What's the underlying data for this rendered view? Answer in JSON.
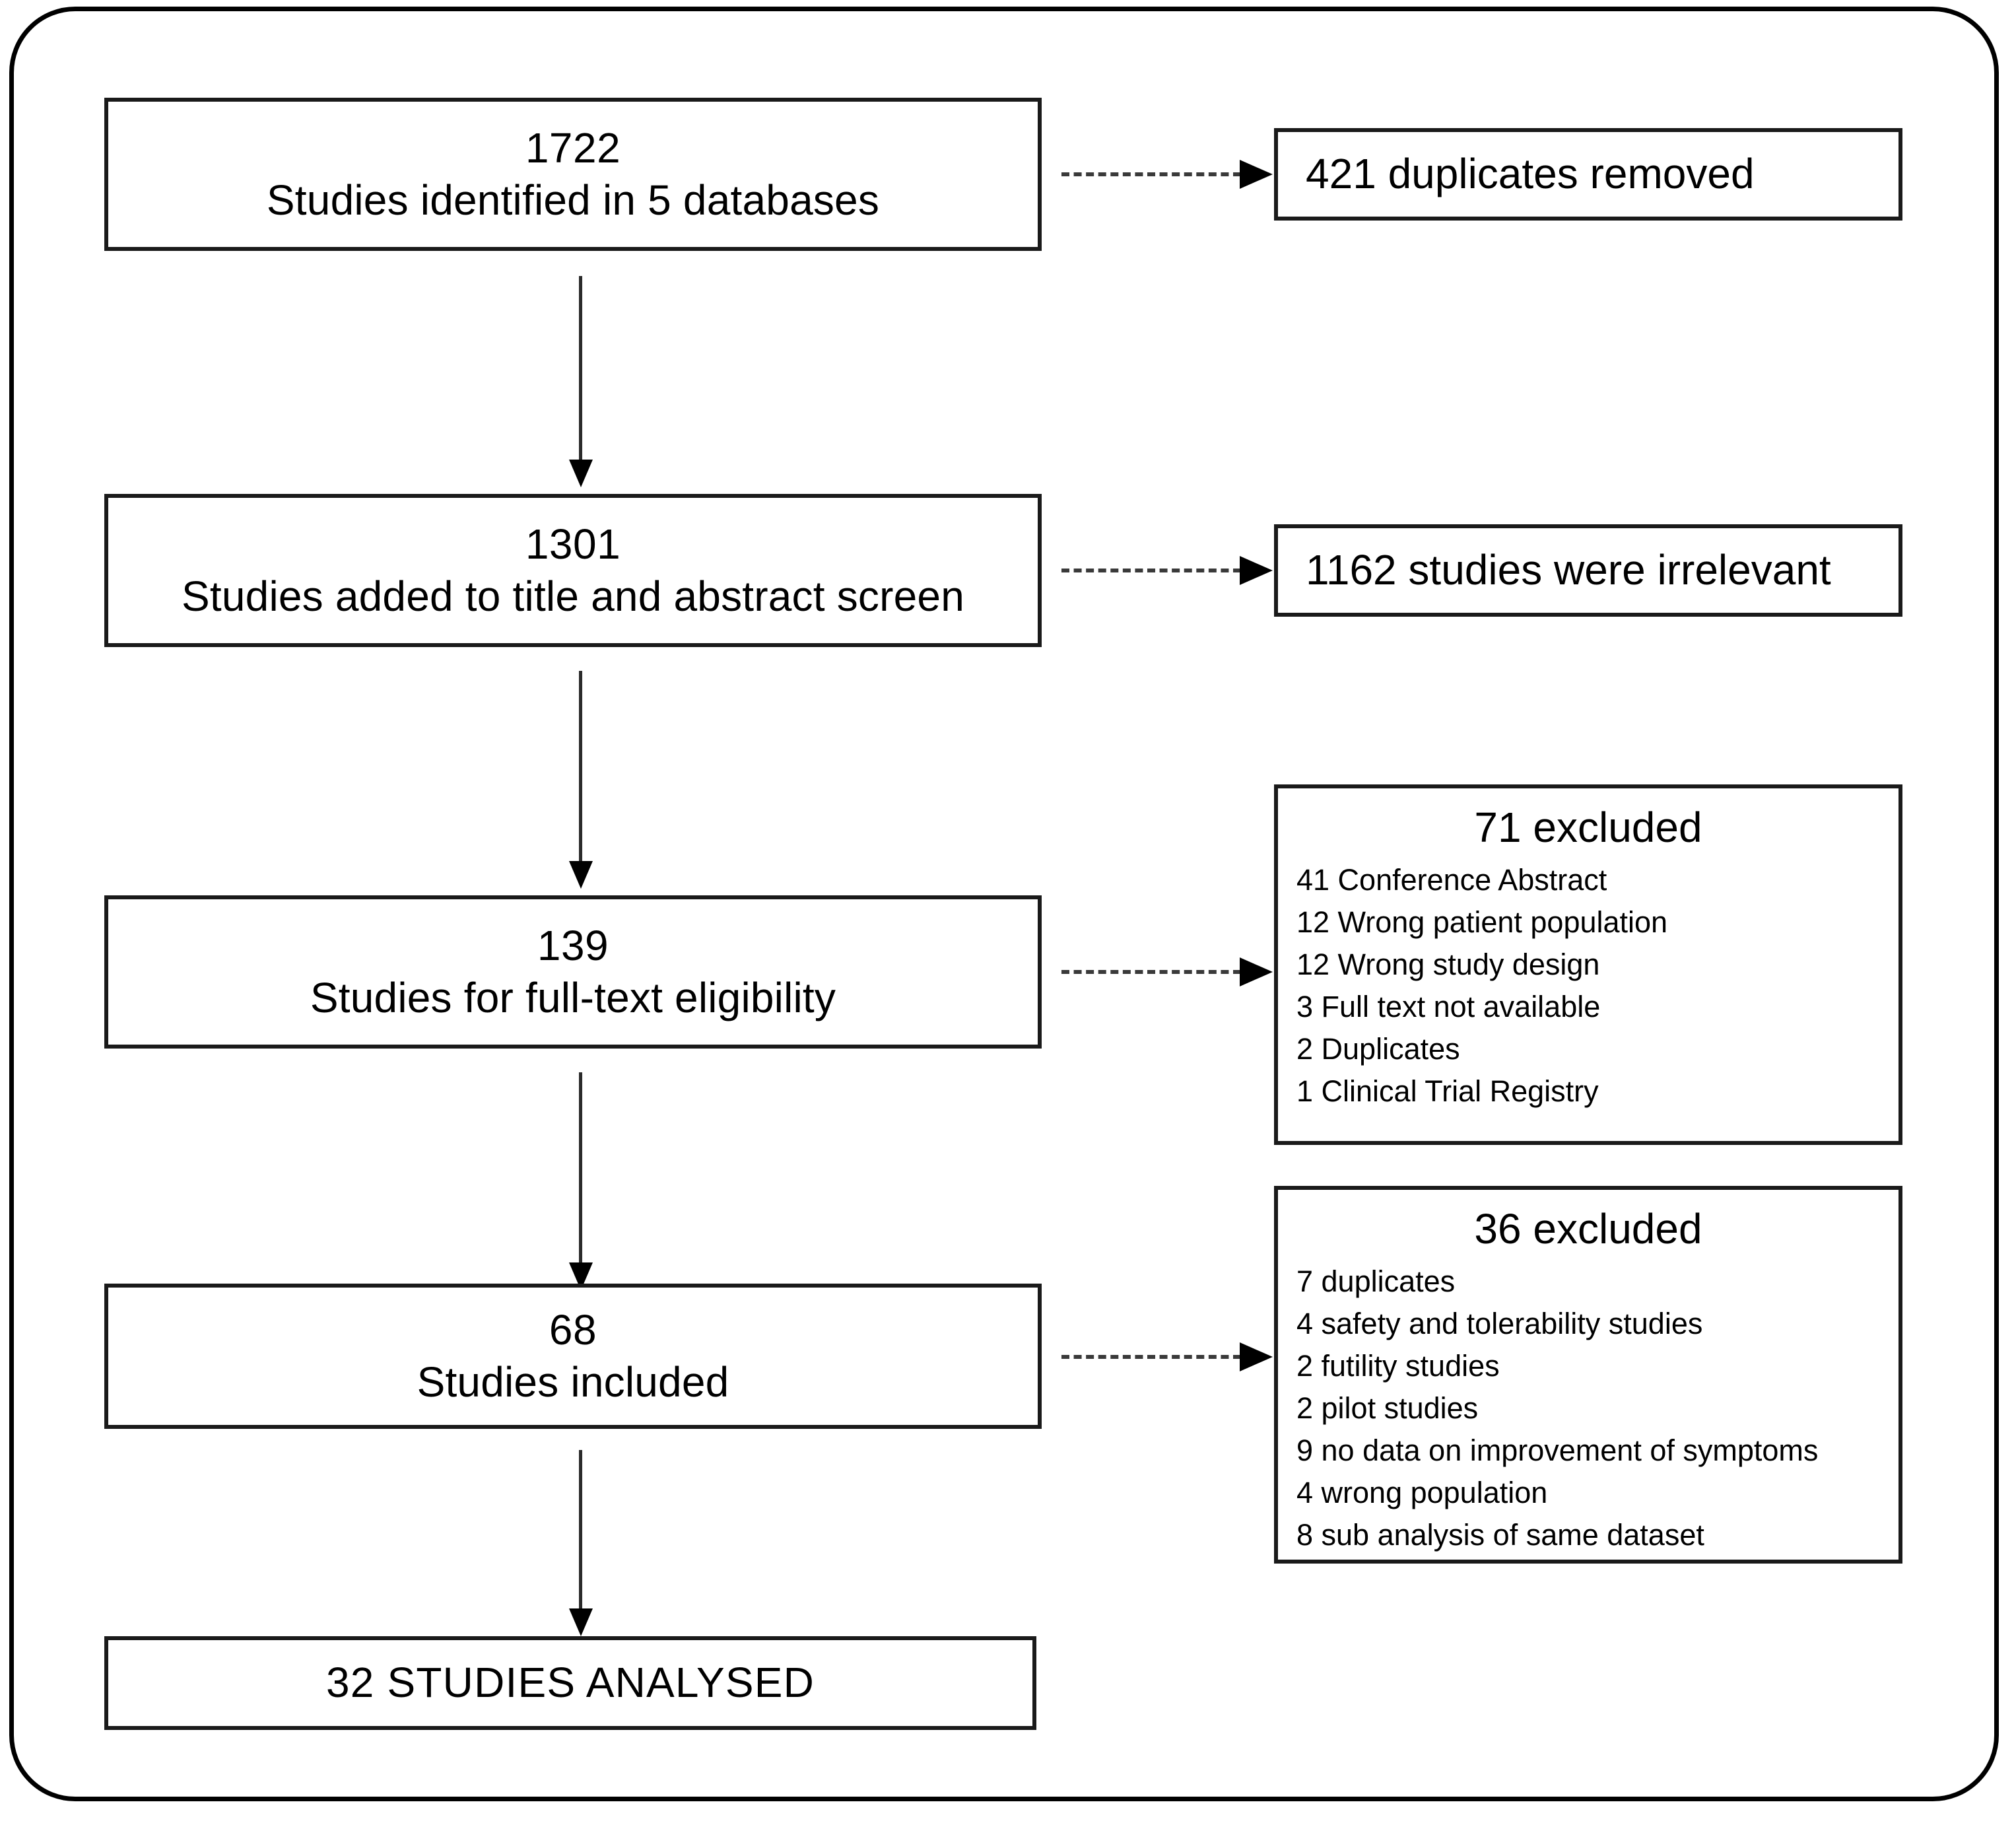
{
  "diagram": {
    "type": "PRISMA study-selection flow diagram",
    "stages": [
      {
        "id": "identified",
        "count": "1722",
        "label": "Studies identified in 5 databases"
      },
      {
        "id": "title-abstract-screen",
        "count": "1301",
        "label": "Studies added to title and abstract screen"
      },
      {
        "id": "full-text-eligibility",
        "count": "139",
        "label": "Studies for full-text eligibility"
      },
      {
        "id": "included",
        "count": "68",
        "label": "Studies included"
      }
    ],
    "final": {
      "id": "analysed",
      "label": "32 STUDIES ANALYSED"
    },
    "exclusions": [
      {
        "id": "duplicates-removed",
        "label": "421 duplicates removed"
      },
      {
        "id": "irrelevant",
        "label": "1162 studies were irrelevant"
      },
      {
        "id": "excluded-71",
        "title": "71 excluded",
        "items": [
          "41 Conference Abstract",
          "12 Wrong patient population",
          "12 Wrong study design",
          "3 Full text not available",
          "2 Duplicates",
          "1 Clinical Trial Registry"
        ]
      },
      {
        "id": "excluded-36",
        "title": "36 excluded",
        "items": [
          "7 duplicates",
          "4 safety and tolerability studies",
          "2 futility studies",
          "2 pilot studies",
          "9 no data on improvement of symptoms",
          "4 wrong population",
          "8 sub analysis of same dataset"
        ]
      }
    ],
    "colors": {
      "border": "#1a1a1a",
      "text": "#000000",
      "background": "#ffffff",
      "connector": "#2b2b2b"
    }
  }
}
